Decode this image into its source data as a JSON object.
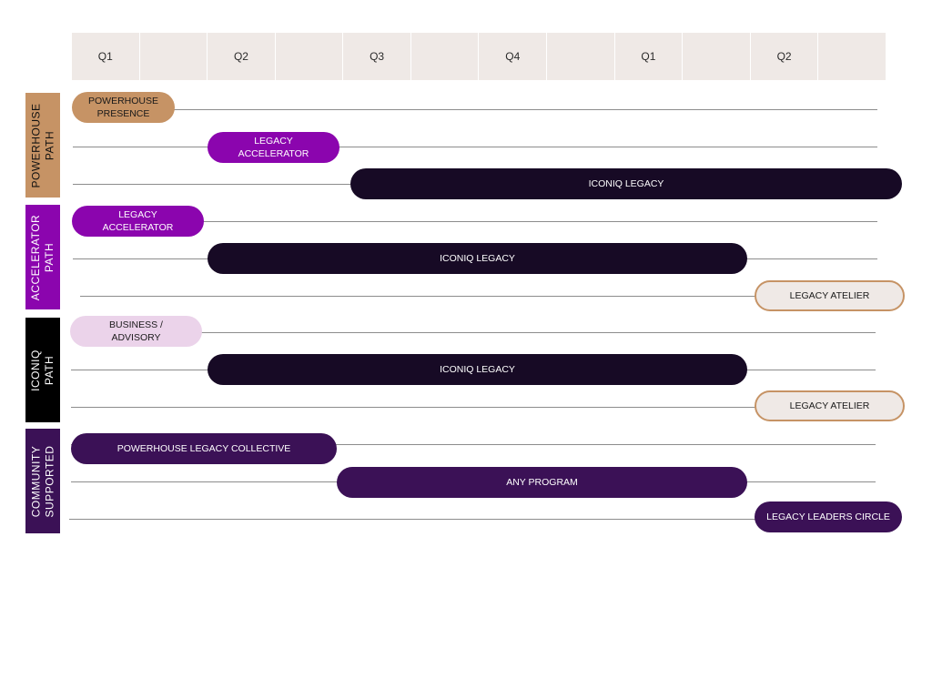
{
  "colors": {
    "header_bg": "#efe9e6",
    "tan": "#c69365",
    "purple": "#8b05ae",
    "dark": "#170a25",
    "deep_purple": "#3b1156",
    "black": "#000000",
    "lavender": "#ebd3ea",
    "cream": "#efe9e6"
  },
  "header": {
    "columns": [
      "Q1",
      "",
      "Q2",
      "",
      "Q3",
      "",
      "Q4",
      "",
      "Q1",
      "",
      "Q2",
      ""
    ]
  },
  "groups": [
    {
      "label": "POWERHOUSE\nPATH",
      "color": "tan"
    },
    {
      "label": "ACCELERATOR\nPATH",
      "color": "purple"
    },
    {
      "label": "ICONIQ\nPATH",
      "color": "black"
    },
    {
      "label": "COMMUNITY\nSUPPORTED",
      "color": "deep_purple"
    }
  ],
  "bars": [
    {
      "label": "POWERHOUSE\nPRESENCE",
      "style": "tan"
    },
    {
      "label": "LEGACY\nACCELERATOR",
      "style": "purple"
    },
    {
      "label": "ICONIQ LEGACY",
      "style": "dark"
    },
    {
      "label": "LEGACY\nACCELERATOR",
      "style": "purple"
    },
    {
      "label": "ICONIQ LEGACY",
      "style": "dark"
    },
    {
      "label": "LEGACY ATELIER",
      "style": "cream"
    },
    {
      "label": "BUSINESS /\nADVISORY",
      "style": "lavender"
    },
    {
      "label": "ICONIQ LEGACY",
      "style": "dark"
    },
    {
      "label": "LEGACY ATELIER",
      "style": "cream"
    },
    {
      "label": "POWERHOUSE LEGACY COLLECTIVE",
      "style": "deep_purple"
    },
    {
      "label": "ANY PROGRAM",
      "style": "deep_purple"
    },
    {
      "label": "LEGACY LEADERS CIRCLE",
      "style": "deep_purple"
    }
  ]
}
